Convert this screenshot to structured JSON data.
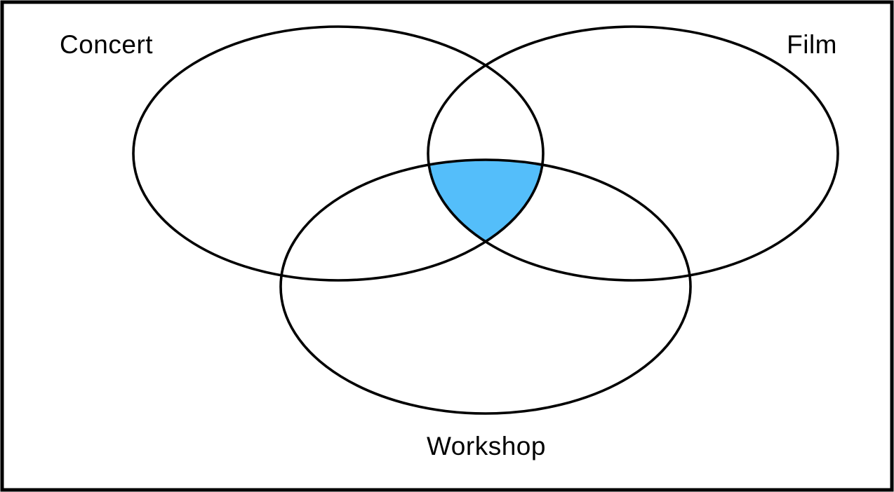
{
  "diagram": {
    "type": "venn-3",
    "sets": [
      {
        "id": "concert",
        "label": "Concert"
      },
      {
        "id": "film",
        "label": "Film"
      },
      {
        "id": "workshop",
        "label": "Workshop"
      }
    ],
    "highlight": {
      "region": "concert-film-workshop-triple-intersection",
      "fill": "#54BEFA"
    },
    "colors": {
      "stroke": "#000000",
      "frame": "#000000",
      "background": "#FFFFFF",
      "label_text": "#000000"
    }
  }
}
